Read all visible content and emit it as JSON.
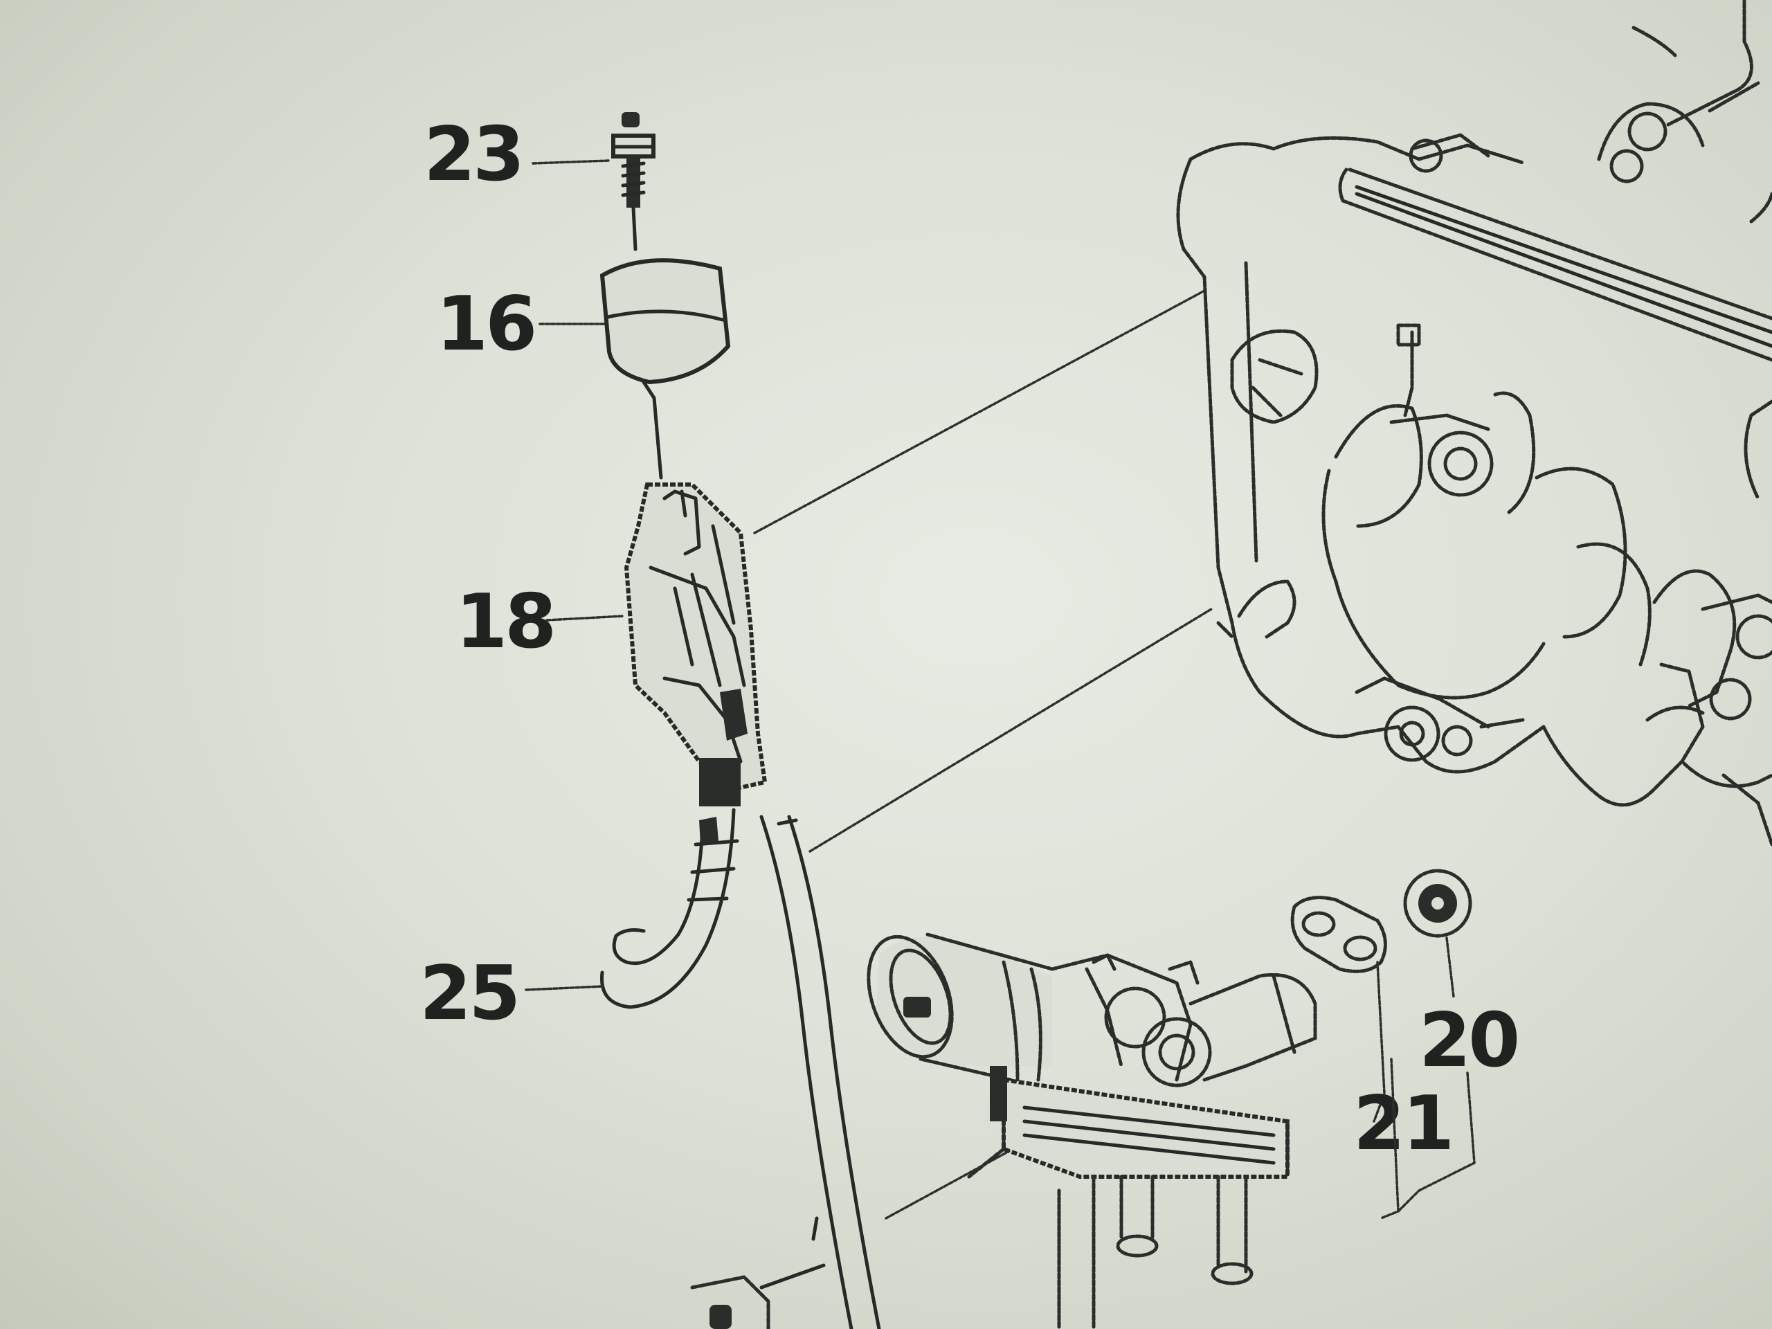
{
  "diagram": {
    "part_labels": {
      "p23": "23",
      "p16": "16",
      "p18": "18",
      "p25": "25",
      "p20": "20",
      "p21": "21"
    }
  }
}
